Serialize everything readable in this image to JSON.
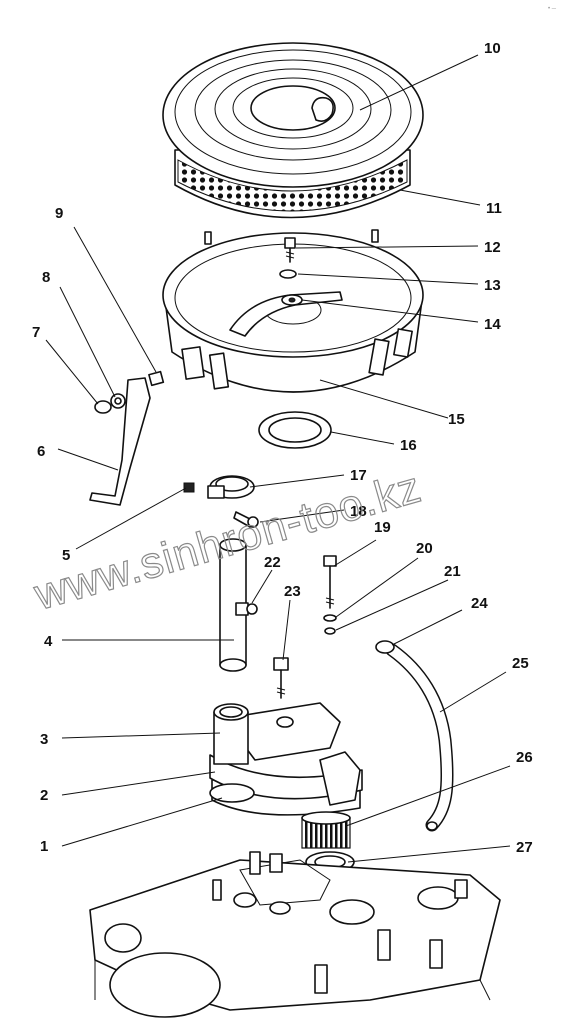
{
  "watermark": "www.sinhron-too.kz",
  "corner_mark": "• ─",
  "callouts": {
    "c1": "1",
    "c2": "2",
    "c3": "3",
    "c4": "4",
    "c5": "5",
    "c6": "6",
    "c7": "7",
    "c8": "8",
    "c9": "9",
    "c10": "10",
    "c11": "11",
    "c12": "12",
    "c13": "13",
    "c14": "14",
    "c15": "15",
    "c16": "16",
    "c17": "17",
    "c18": "18",
    "c19": "19",
    "c20": "20",
    "c21": "21",
    "c22": "22",
    "c23": "23",
    "c24": "24",
    "c25": "25",
    "c26": "26",
    "c27": "27"
  }
}
